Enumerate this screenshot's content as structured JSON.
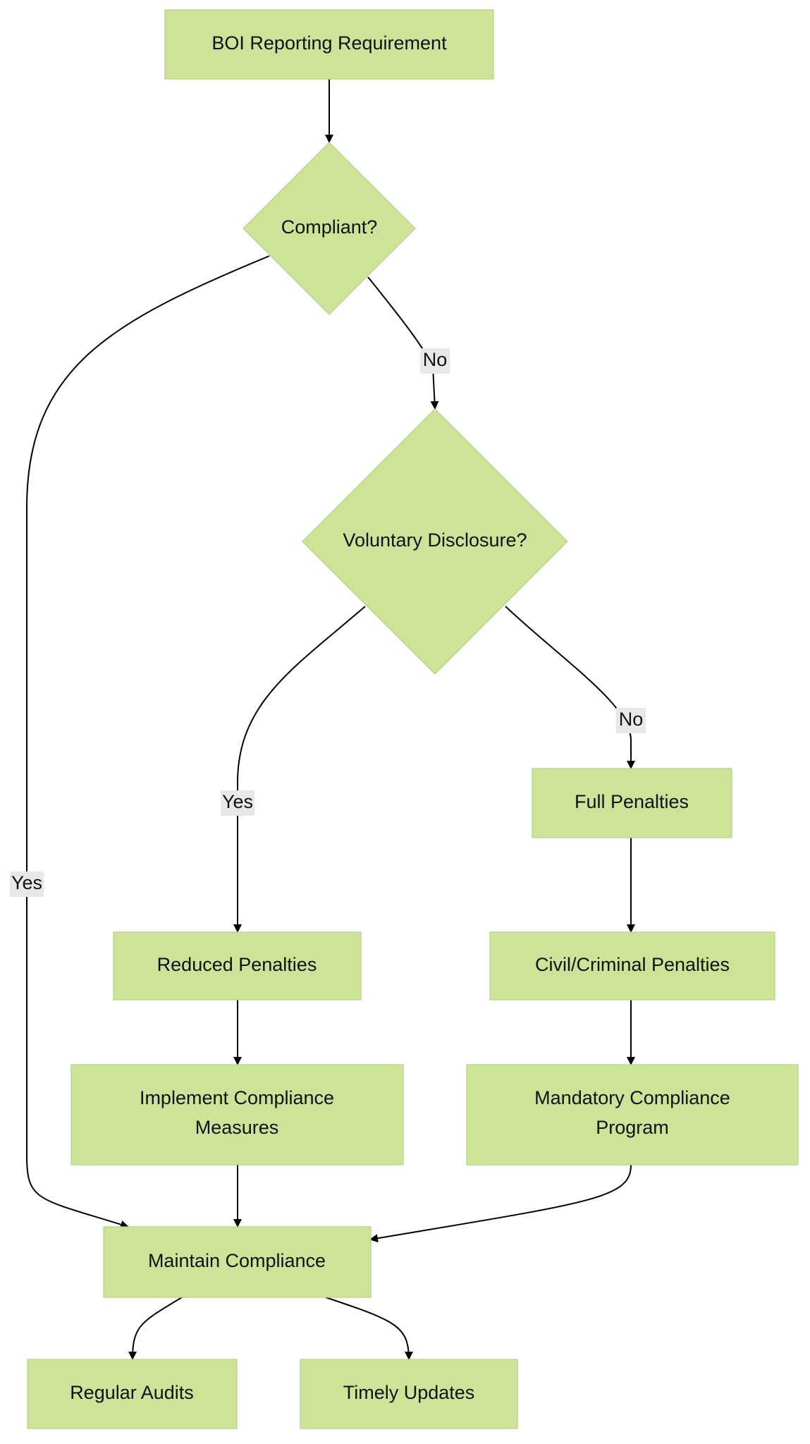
{
  "diagram": {
    "nodes": {
      "boi": "BOI Reporting Requirement",
      "compliant": "Compliant?",
      "voluntary": "Voluntary Disclosure?",
      "full_penalties": "Full Penalties",
      "reduced_penalties": "Reduced Penalties",
      "civil_criminal": "Civil/Criminal Penalties",
      "implement_line1": "Implement Compliance",
      "implement_line2": "Measures",
      "mandatory_line1": "Mandatory Compliance",
      "mandatory_line2": "Program",
      "maintain": "Maintain Compliance",
      "audits": "Regular Audits",
      "updates": "Timely Updates"
    },
    "edge_labels": {
      "compliant_no": "No",
      "compliant_yes": "Yes",
      "voluntary_yes": "Yes",
      "voluntary_no": "No"
    },
    "colors": {
      "node_fill": "#cde498",
      "node_border": "#b8d38a",
      "edge": "#000000",
      "label_bg": "#e8e8e8"
    }
  }
}
